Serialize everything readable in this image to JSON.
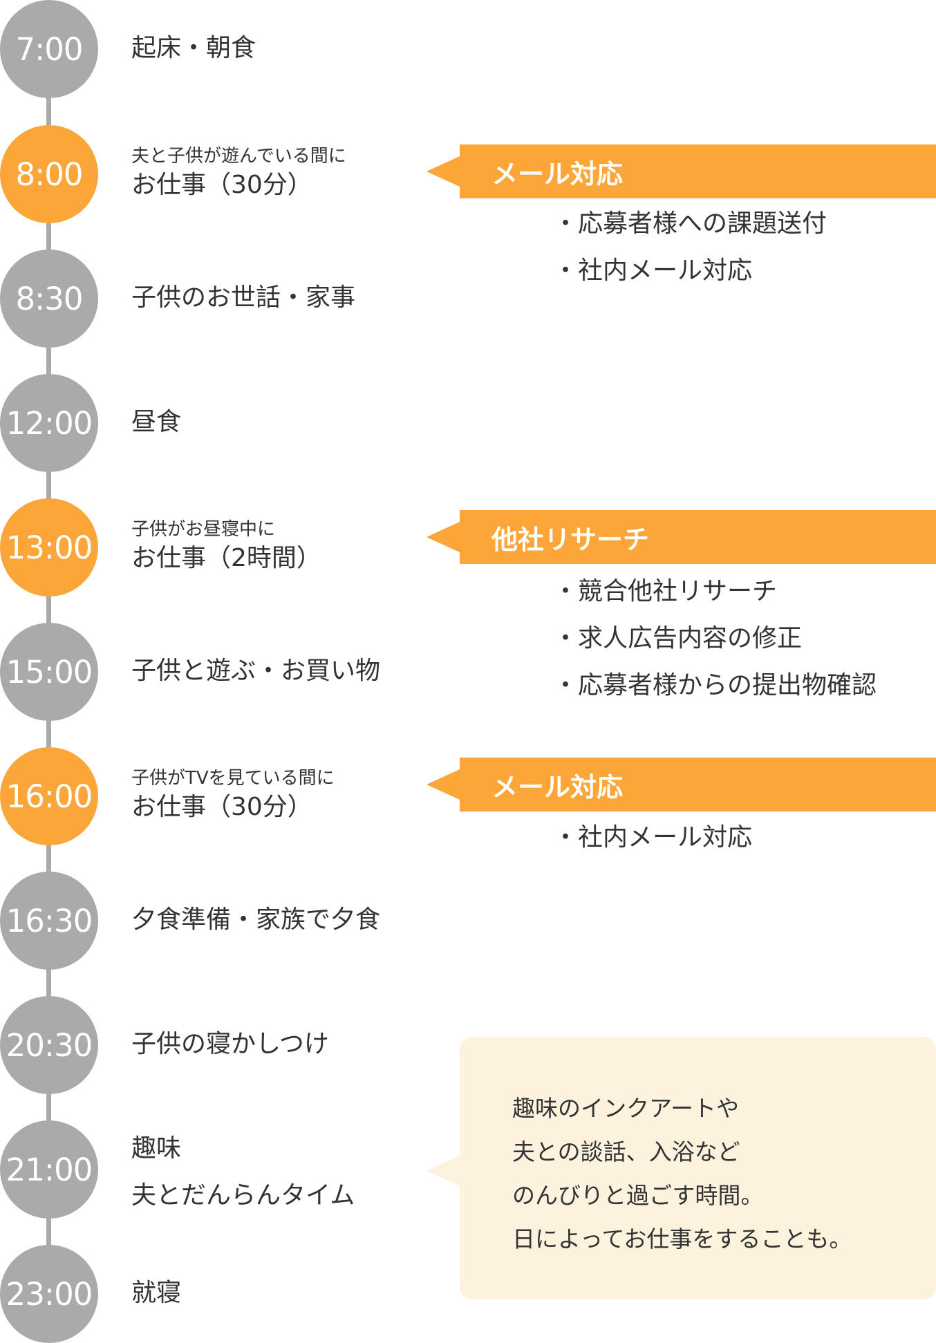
{
  "colors": {
    "gray": "#aaaaaa",
    "orange": "#fca63a",
    "note_bg": "#fdf2dd",
    "text": "#333333"
  },
  "schedule": [
    {
      "time": "7:00",
      "work": false,
      "note": "",
      "activity": "起床・朝食"
    },
    {
      "time": "8:00",
      "work": true,
      "note": "夫と子供が遊んでいる間に",
      "activity": "お仕事（30分）"
    },
    {
      "time": "8:30",
      "work": false,
      "note": "",
      "activity": "子供のお世話・家事"
    },
    {
      "time": "12:00",
      "work": false,
      "note": "",
      "activity": "昼食"
    },
    {
      "time": "13:00",
      "work": true,
      "note": "子供がお昼寝中に",
      "activity": "お仕事（2時間）"
    },
    {
      "time": "15:00",
      "work": false,
      "note": "",
      "activity": "子供と遊ぶ・お買い物"
    },
    {
      "time": "16:00",
      "work": true,
      "note": "子供がTVを見ている間に",
      "activity": "お仕事（30分）"
    },
    {
      "time": "16:30",
      "work": false,
      "note": "",
      "activity": "夕食準備・家族で夕食"
    },
    {
      "time": "20:30",
      "work": false,
      "note": "",
      "activity": "子供の寝かしつけ"
    },
    {
      "time": "21:00",
      "work": false,
      "note": "趣味",
      "activity": "夫とだんらんタイム"
    },
    {
      "time": "23:00",
      "work": false,
      "note": "",
      "activity": "就寝"
    }
  ],
  "tasks": [
    {
      "title": "メール対応",
      "items": [
        "応募者様への課題送付",
        "社内メール対応"
      ]
    },
    {
      "title": "他社リサーチ",
      "items": [
        "競合他社リサーチ",
        "求人広告内容の修正",
        "応募者様からの提出物確認"
      ]
    },
    {
      "title": "メール対応",
      "items": [
        "社内メール対応"
      ]
    }
  ],
  "hobby_note": {
    "lines": [
      "趣味のインクアートや",
      "夫との談話、入浴など",
      "のんびりと過ごす時間。",
      "日によってお仕事をすることも。"
    ]
  }
}
